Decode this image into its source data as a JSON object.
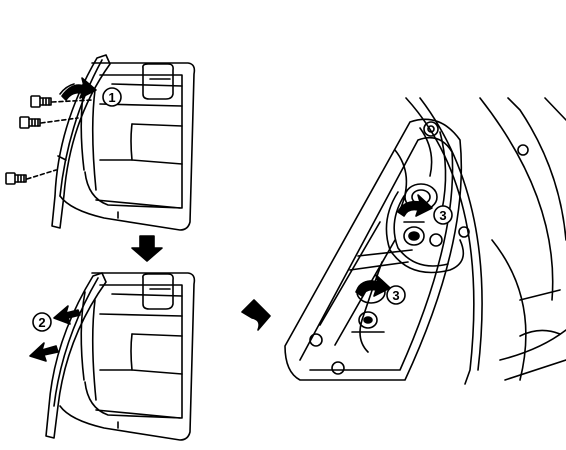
{
  "diagram": {
    "panels": [
      {
        "id": "remove-screws",
        "callouts": [
          "1"
        ]
      },
      {
        "id": "pull-trim",
        "callouts": [
          "2"
        ]
      },
      {
        "id": "lamp-sockets",
        "callouts": [
          "3",
          "3"
        ]
      }
    ]
  },
  "colors": {
    "line": "#000000",
    "background": "#ffffff"
  }
}
